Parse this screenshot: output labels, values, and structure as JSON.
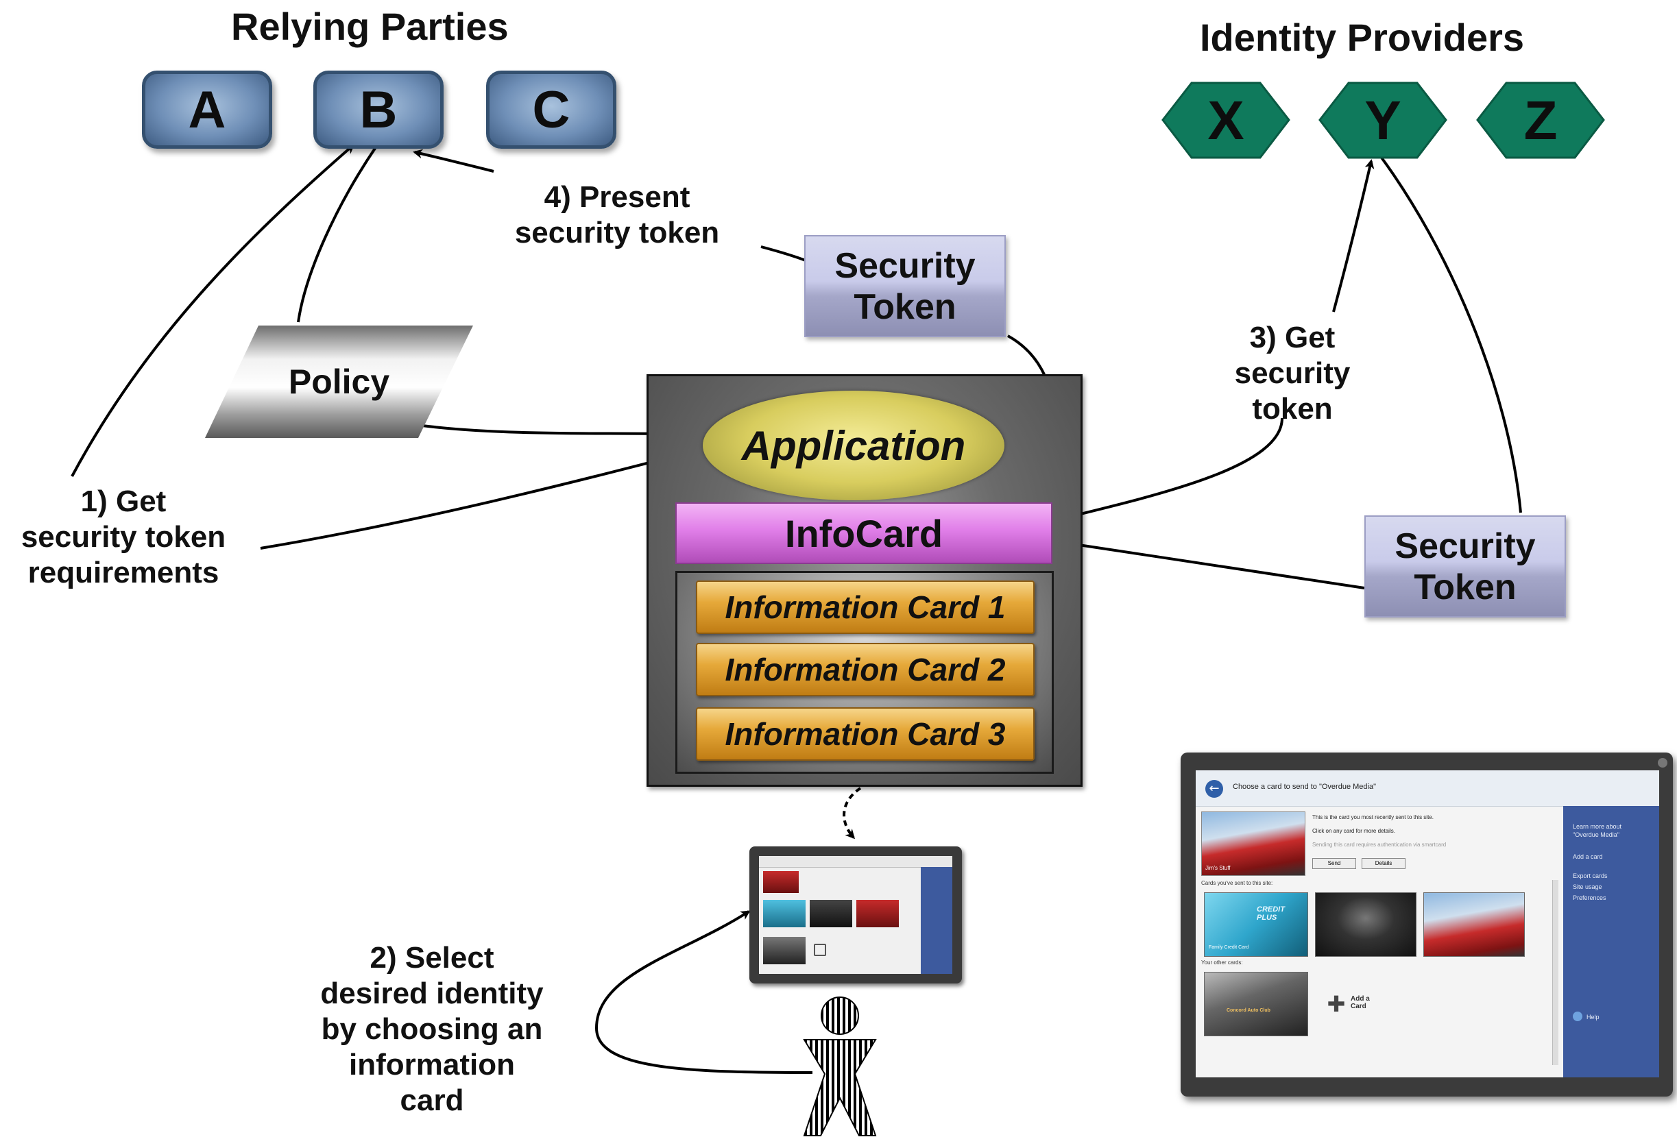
{
  "relying_parties": {
    "title": "Relying Parties",
    "items": [
      "A",
      "B",
      "C"
    ]
  },
  "identity_providers": {
    "title": "Identity Providers",
    "items": [
      "X",
      "Y",
      "Z"
    ]
  },
  "policy": {
    "label": "Policy"
  },
  "security_token_top": {
    "line1": "Security",
    "line2": "Token"
  },
  "security_token_right": {
    "line1": "Security",
    "line2": "Token"
  },
  "system": {
    "application": "Application",
    "infocard": "InfoCard",
    "cards": [
      "Information Card 1",
      "Information Card 2",
      "Information Card 3"
    ]
  },
  "steps": {
    "step1": [
      "1) Get",
      "security token",
      "requirements"
    ],
    "step2": [
      "2) Select",
      "desired identity",
      "by choosing an",
      "information",
      "card"
    ],
    "step3": [
      "3) Get",
      "security",
      "token"
    ],
    "step4": [
      "4) Present",
      "security token"
    ]
  },
  "card_selector": {
    "header": "Choose a card to send to \"Overdue Media\"",
    "recent_line1": "This is the card you most recently sent to this site.",
    "recent_line2": "Click on any card for more details.",
    "recent_line3": "Sending this card requires authentication via smartcard",
    "recent_card_caption": "Jim's Stuff",
    "send_button": "Send",
    "details_button": "Details",
    "sent_section": "Cards you've sent to this site:",
    "credit_card_title": "CREDIT PLUS",
    "credit_card_caption": "Family Credit Card",
    "other_section": "Your other cards:",
    "auto_club_caption": "Concord Auto Club",
    "add_card": "Add a Card",
    "sidebar_learn": "Learn more about \"Overdue Media\"",
    "sidebar_add": "Add a card",
    "sidebar_export": "Export cards",
    "sidebar_usage": "Site usage",
    "sidebar_prefs": "Preferences",
    "help": "Help"
  },
  "colors": {
    "rp_fill": "#6f8fb7",
    "idp_fill": "#0f7a5c",
    "infocard_fill": "#e07ee8",
    "card_fill": "#e6a93a",
    "token_fill": "#c9cbea",
    "sidebar_fill": "#3d5a9e"
  }
}
